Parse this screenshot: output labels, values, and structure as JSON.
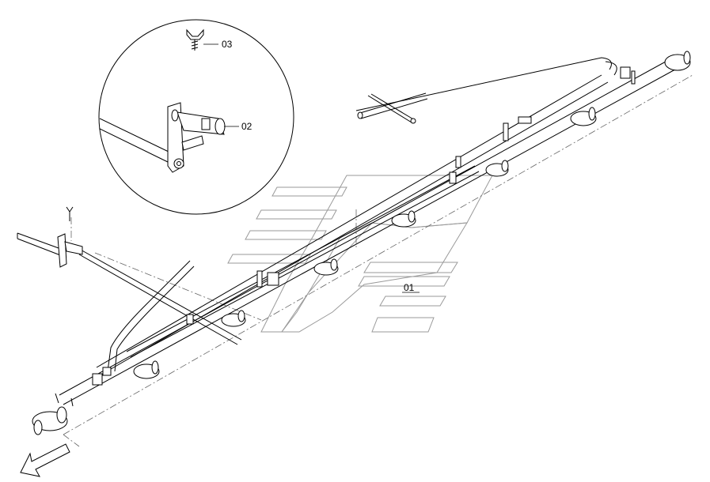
{
  "callouts": [
    {
      "label": "01"
    },
    {
      "label": "02"
    },
    {
      "label": "03"
    }
  ],
  "colors": {
    "line": "#000000",
    "part_fill": "#ffffff",
    "watermark": "#9a9a9a",
    "chain_line": "#666666"
  },
  "icons": {
    "direction_arrow": "direction-arrow-icon",
    "watermark": "watermark-logo-icon"
  }
}
